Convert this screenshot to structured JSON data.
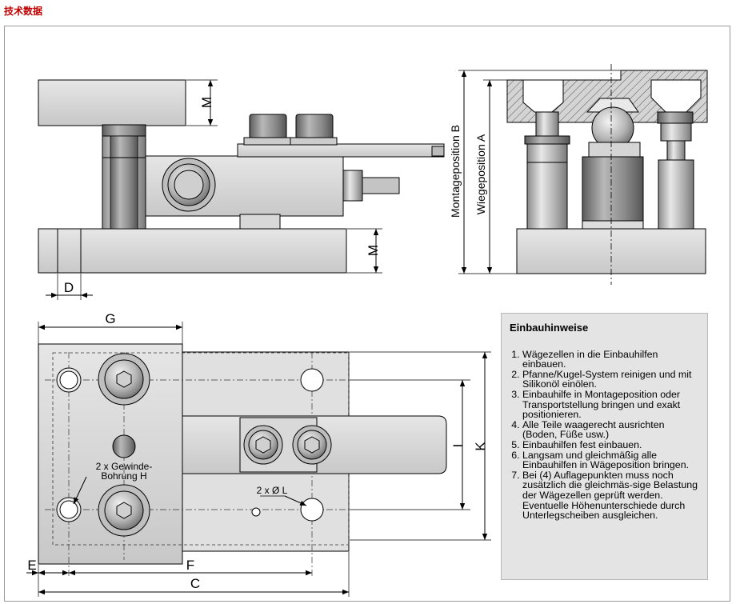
{
  "page": {
    "title": "技术数据"
  },
  "dimensions": {
    "M_top": "M",
    "M_bottom": "M",
    "D": "D",
    "G": "G",
    "E": "E",
    "F": "F",
    "C": "C",
    "I": "I",
    "K": "K",
    "B": "Montageposition  B",
    "A": "Wiegeposition  A",
    "thread_line1": "2 x Gewinde-",
    "thread_line2": "Bohrung H",
    "hole": "2 x Ø L"
  },
  "notes": {
    "heading": "Einbauhinweise",
    "items": [
      "Wägezellen in die Einbauhilfen einbauen.",
      "Pfanne/Kugel-System reinigen und mit Silikonöl einölen.",
      "Einbauhilfe in Montageposition oder Transportstellung bringen und exakt positionieren.",
      "Alle Teile waagerecht ausrichten (Boden, Füße usw.)",
      "Einbauhilfen fest einbauen.",
      "Langsam und gleichmäßig alle Einbauhilfen in Wägeposition bringen.",
      "Bei (4) Auflagepunkten muss noch zusätzlich die gleichmäs-sige Belastung der Wägezellen geprüft werden. Eventuelle Höhenunterschiede durch Unterlegscheiben ausgleichen."
    ]
  }
}
